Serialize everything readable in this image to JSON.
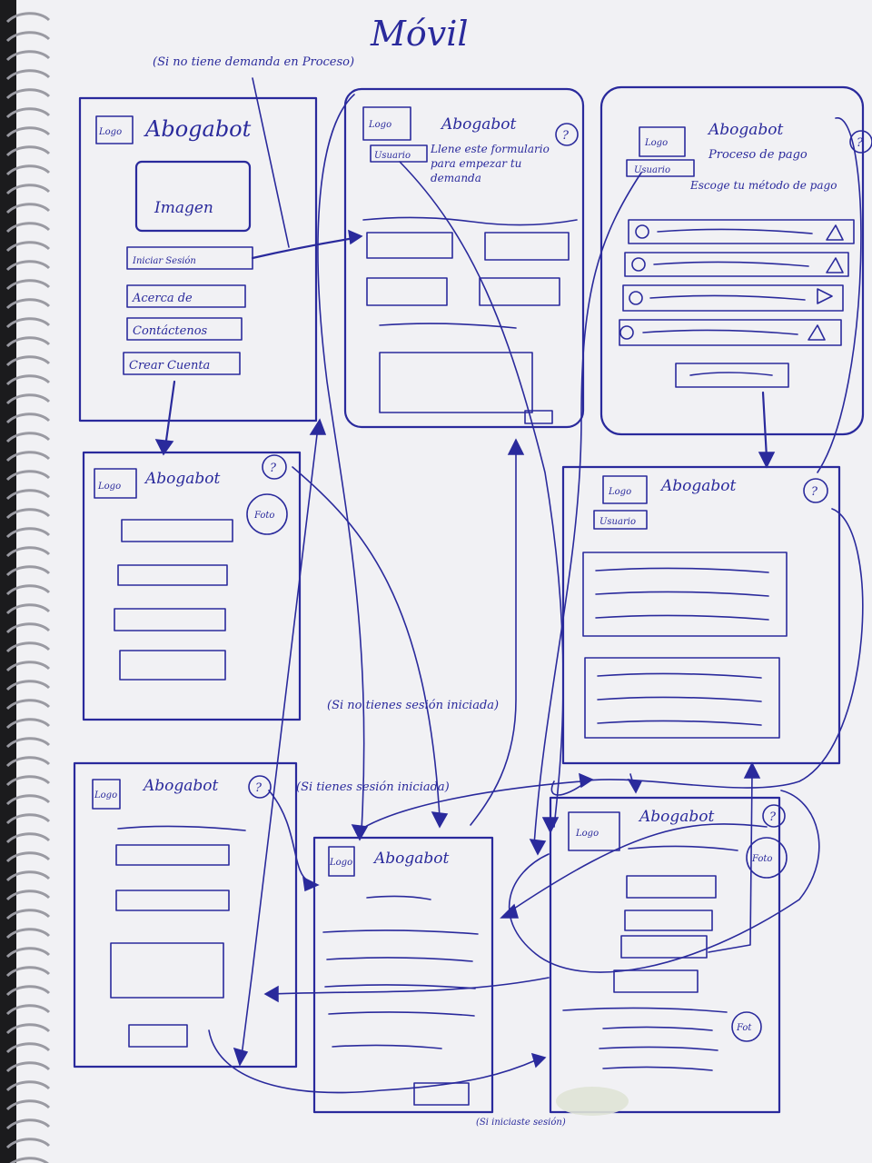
{
  "title": "Móvil",
  "notes": {
    "no_demand": "(Si no tiene demanda en Proceso)",
    "no_session": "(Si no tienes sesión iniciada)",
    "with_session": "(Si tienes sesión iniciada)",
    "after_login": "(Si iniciaste sesión)"
  },
  "common": {
    "brand": "Abogabot",
    "logo": "Logo",
    "user": "Usuario",
    "help": "?",
    "photo": "Foto"
  },
  "screen_home": {
    "image": "Imagen",
    "buttons": [
      "Iniciar Sesión",
      "Acerca de",
      "Contáctenos",
      "Crear Cuenta"
    ]
  },
  "screen_form": {
    "instruction": "Llene este formulario para empezar tu demanda"
  },
  "screen_payment": {
    "title": "Proceso de pago",
    "prompt": "Escoge tu método de pago"
  },
  "screen_profile": {
    "fab": "Fot"
  }
}
